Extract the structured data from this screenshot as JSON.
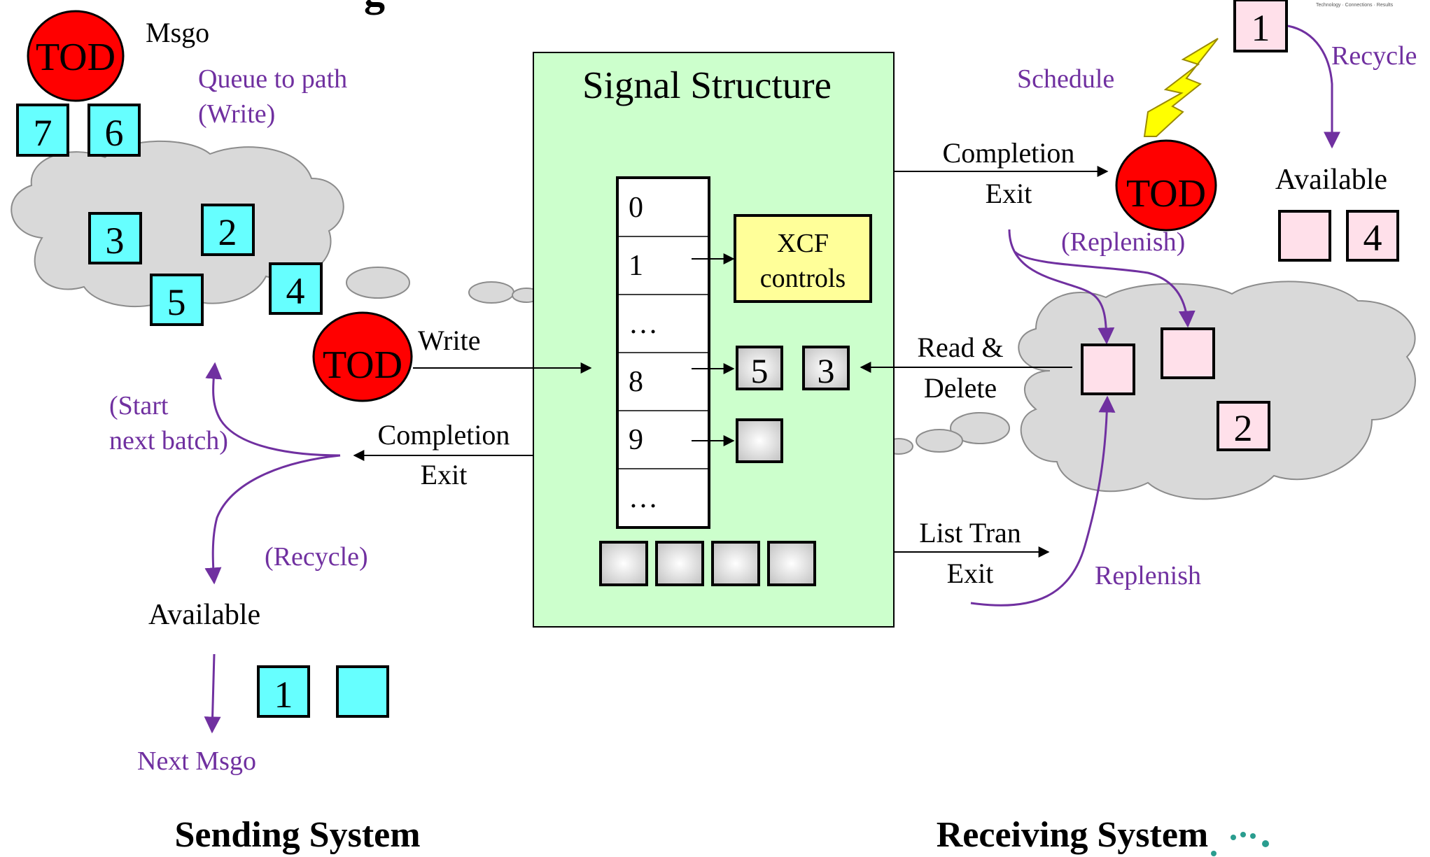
{
  "header": {
    "title_fragment": "g"
  },
  "logo": {
    "tagline": "Technology · Connections · Results"
  },
  "signal_structure": {
    "title": "Signal Structure",
    "table_rows": [
      "0",
      "1",
      "…",
      "8",
      "9",
      "…"
    ],
    "xcf_line1": "XCF",
    "xcf_line2": "controls",
    "row8_buffers": [
      "5",
      "3"
    ]
  },
  "sending": {
    "tod": "TOD",
    "msgo": "Msgo",
    "queue_line1": "Queue to path",
    "queue_line2": "(Write)",
    "queued_buffers": [
      "7",
      "6"
    ],
    "cloud_buffers": [
      "3",
      "2",
      "5",
      "4"
    ],
    "write_tod": "TOD",
    "write_label": "Write",
    "start_line1": "(Start",
    "start_line2": "next batch)",
    "completion_line1": "Completion",
    "completion_line2": "Exit",
    "recycle_label": "(Recycle)",
    "available_label": "Available",
    "available_buffers": [
      "1",
      ""
    ],
    "next_msgo": "Next Msgo",
    "system_label": "Sending System"
  },
  "receiving": {
    "top_buffer": "1",
    "recycle_label": "Recycle",
    "schedule_label": "Schedule",
    "completion_line1": "Completion",
    "completion_line2": "Exit",
    "tod": "TOD",
    "replenish_paren": "(Replenish)",
    "available_label": "Available",
    "available_buffers": [
      "",
      "4"
    ],
    "read_line1": "Read &",
    "read_line2": "Delete",
    "cloud_buffer": "2",
    "list_line1": "List Tran",
    "list_line2": "Exit",
    "replenish_label": "Replenish",
    "system_label": "Receiving System"
  },
  "colors": {
    "cyan": "#66FFFF",
    "pink": "#FFE0EA",
    "tod_red": "#FF0000",
    "signal_bg": "#CCFFCC",
    "xcf_bg": "#FFFF99",
    "purple": "#7030A0",
    "cloud": "#D9D9D9"
  }
}
